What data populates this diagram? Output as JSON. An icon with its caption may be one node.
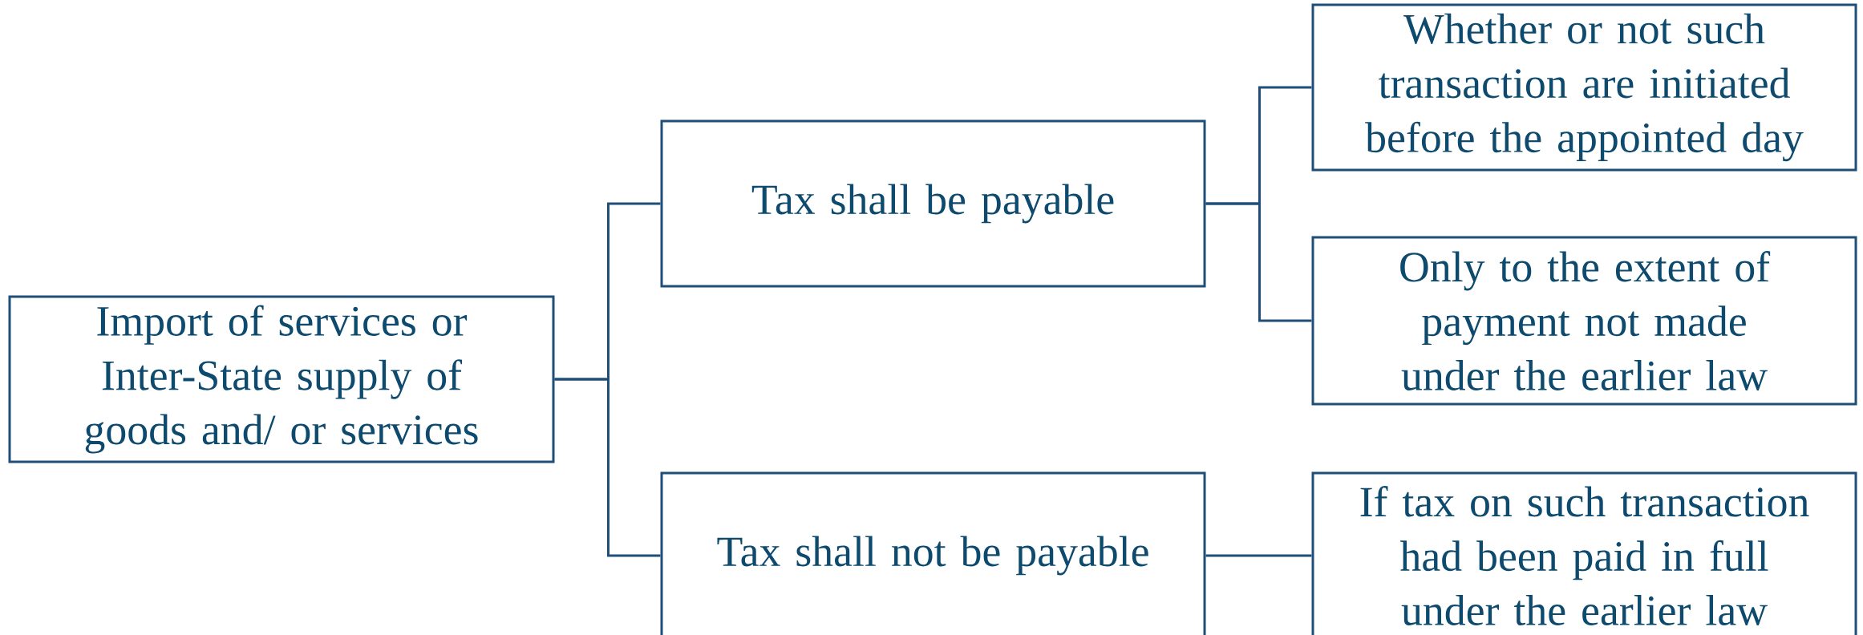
{
  "diagram": {
    "nodes": [
      {
        "text": [
          "Import of services or Inter-State supply of goods and/ or services"
        ]
      },
      {
        "text": [
          "Tax shall be payable"
        ]
      },
      {
        "text": [
          "Tax shall not be payable"
        ]
      },
      {
        "text": [
          "Whether or not such transaction are initiated before the appointed day"
        ]
      },
      {
        "text": [
          "Only to the extent of payment not made under the earlier law"
        ]
      },
      {
        "text": [
          "If tax on such transaction had been paid in full under the earlier law"
        ]
      }
    ],
    "edges": [
      {
        "from": 0,
        "to": 1,
        "arrow": "none"
      },
      {
        "from": 0,
        "to": 2,
        "arrow": "none"
      },
      {
        "from": 1,
        "to": 3,
        "arrow": "none"
      },
      {
        "from": 1,
        "to": 4,
        "arrow": "none"
      },
      {
        "from": 2,
        "to": 5,
        "arrow": "none"
      }
    ]
  }
}
